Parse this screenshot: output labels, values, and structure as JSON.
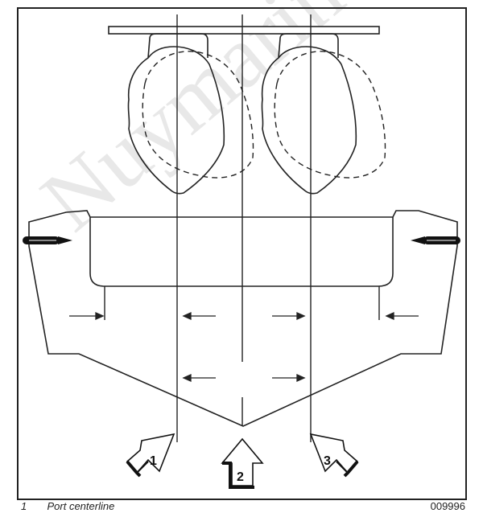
{
  "figure": {
    "callouts": [
      "1",
      "2",
      "3"
    ],
    "watermark_text": "Nuymarine"
  },
  "legend": {
    "item_number": "1",
    "item_label": "Port centerline"
  },
  "figure_code": "009996"
}
